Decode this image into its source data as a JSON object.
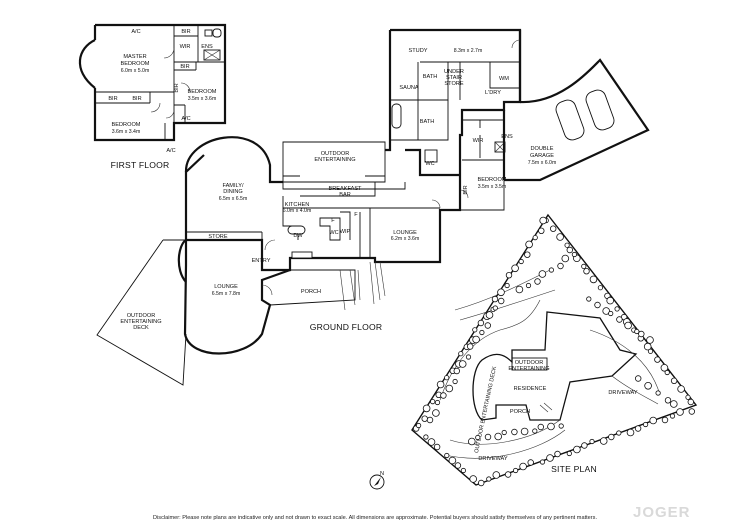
{
  "floors": {
    "first_floor": "FIRST FLOOR",
    "ground_floor": "GROUND FLOOR",
    "site_plan": "SITE PLAN"
  },
  "first_floor_rooms": {
    "ac_top": "A/C",
    "bir_top": "BIR",
    "master_bedroom": "MASTER",
    "master_bedroom_line2": "BEDROOM",
    "master_bedroom_dim": "6.0m x 5.0m",
    "wir": "WIR",
    "ens": "ENS",
    "bir_mid": "BIR",
    "bedroom_east": "BEDROOM",
    "bedroom_east_dim": "3.5m x 3.6m",
    "bir_left": "BIR",
    "bir_right": "BIR",
    "bir_vertical": "BIR",
    "bedroom_west": "BEDROOM",
    "bedroom_west_dim": "3.6m x 3.4m",
    "ac_bottom_right": "A/C",
    "ac_bottom_left": "A/C"
  },
  "ground_floor_rooms": {
    "study": "STUDY",
    "study_dim": "8.3m x 2.7m",
    "bath_top": "BATH",
    "under_stair_store": "UNDER",
    "under_stair_store_2": "STAIR",
    "under_stair_store_3": "STORE",
    "wm": "WM",
    "sauna": "SAUNA",
    "ldry": "L'DRY",
    "bath_mid": "BATH",
    "ens": "ENS",
    "wir": "WIR",
    "double_garage": "DOUBLE",
    "double_garage_2": "GARAGE",
    "double_garage_dim": "7.5m x 6.0m",
    "wc": "WC",
    "bedroom": "BEDROOM",
    "bedroom_dim": "3.5m x 3.5m",
    "bir": "BIR",
    "outdoor_entertaining": "OUTDOOR",
    "outdoor_entertaining_2": "ENTERTAINING",
    "breakfast_bar": "BREAKFAST",
    "breakfast_bar_2": "BAR",
    "family_dining": "FAMILY/",
    "family_dining_2": "DINING",
    "family_dining_dim": "6.5m x 6.5m",
    "kitchen": "KITCHEN",
    "kitchen_dim": "6.0m x 4.0m",
    "dw": "DW",
    "f1": "F",
    "f2": "F",
    "wc_small": "WC",
    "wip": "WIP",
    "lounge_east": "LOUNGE",
    "lounge_east_dim": "6.2m x 3.6m",
    "store": "STORE",
    "entry": "ENTRY",
    "lounge_west": "LOUNGE",
    "lounge_west_dim": "6.5m x 7.8m",
    "porch": "PORCH",
    "outdoor_deck": "OUTDOOR",
    "outdoor_deck_2": "ENTERTAINING",
    "outdoor_deck_3": "DECK"
  },
  "site_plan_labels": {
    "outdoor_entertaining": "OUTDOOR",
    "outdoor_entertaining_2": "ENTERTAINING",
    "residence": "RESIDENCE",
    "porch": "PORCH",
    "driveway_east": "DRIVEWAY",
    "driveway_south": "DRIVEWAY",
    "outdoor_deck": "OUTDOOR ENTERTAINING DECK"
  },
  "north_label": "N",
  "disclaimer": "Disclaimer: Please note plans are indicative only and not drawn to exact scale. All dimensions are approximate. Potential buyers should satisfy themselves of any pertinent matters.",
  "watermark_logo": "JOGER"
}
